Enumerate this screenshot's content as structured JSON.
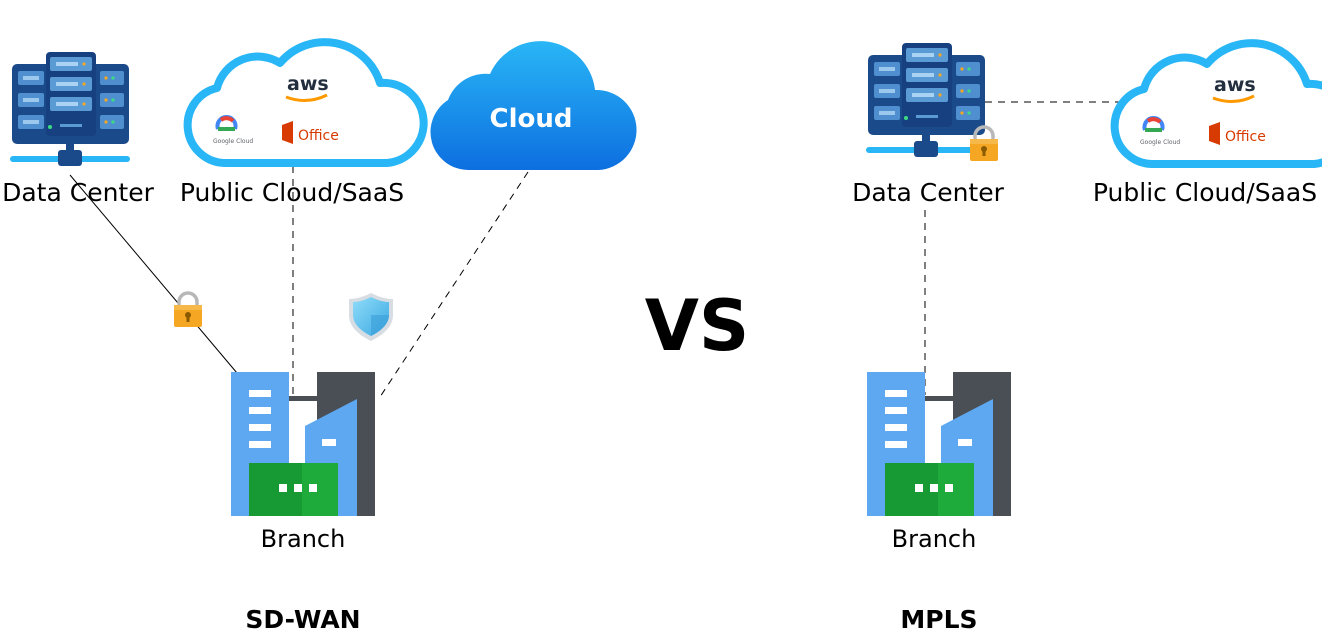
{
  "colors": {
    "server_dark": "#1b4a8a",
    "server_unit": "#5b9bd5",
    "network_bar": "#29b6f6",
    "cloud_blue_top": "#29b6f6",
    "cloud_blue_bottom": "#0d6fe0",
    "saas_cloud_border": "#29b6f6",
    "building_blue": "#5ea8f2",
    "building_dark": "#4a4f55",
    "building_green": "#1faa3c",
    "lock_gold": "#f5a623",
    "shield_blue": "#5ec8f2"
  },
  "icons": {
    "server": "server-rack-icon",
    "saas_cloud": "saas-cloud-icon",
    "cloud": "cloud-icon",
    "building": "building-icon",
    "lock": "lock-icon",
    "shield": "shield-icon"
  },
  "sdwan": {
    "data_center_label": "Data Center",
    "public_cloud_label": "Public Cloud/SaaS",
    "cloud_label": "Cloud",
    "branch_label": "Branch",
    "title": "SD-WAN"
  },
  "mpls": {
    "data_center_label": "Data Center",
    "public_cloud_label": "Public Cloud/SaaS",
    "branch_label": "Branch",
    "title": "MPLS"
  },
  "vs_label": "VS",
  "saas_logos": {
    "aws": "aws",
    "google_cloud": "Google Cloud",
    "office": "Office"
  }
}
